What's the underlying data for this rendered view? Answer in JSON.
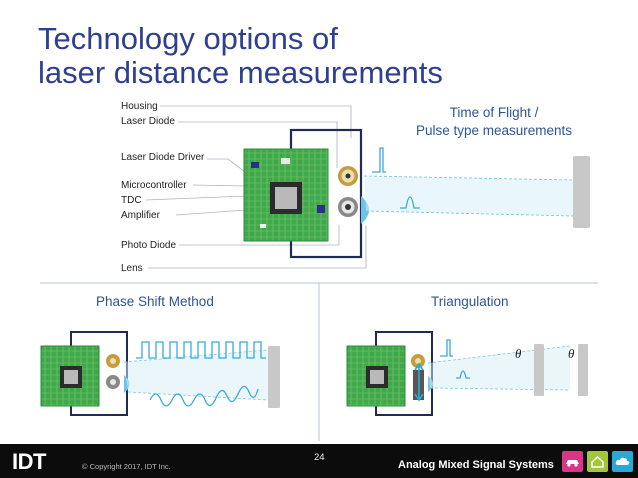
{
  "title": [
    "Technology options of",
    "laser distance measurements"
  ],
  "component_labels": [
    "Housing",
    "Laser Diode",
    "Laser Diode Driver",
    "Microcontroller",
    "TDC",
    "Amplifier",
    "Photo Diode",
    "Lens"
  ],
  "tof_label": [
    "Time of Flight /",
    "Pulse type measurements"
  ],
  "phase_shift_label": "Phase Shift Method",
  "triangulation_label": "Triangulation",
  "theta_symbol": "θ",
  "footer": {
    "logo": "IDT",
    "copyright": "© Copyright 2017, IDT Inc.",
    "page_number": "24",
    "brand": "Analog Mixed Signal Systems"
  },
  "icons": [
    "car-icon",
    "smart-home-icon",
    "cloud-icon"
  ],
  "colors": {
    "title": "#2f3f8f",
    "pcb": "#3fa84a",
    "chip": "#2b2b2b",
    "beam": "#9fd9e9",
    "lens": "#6ec3e6",
    "target": "#c8c8c8",
    "car_icon": "#d9368a",
    "home_icon": "#a4c639",
    "cloud_icon": "#2aa9d6"
  }
}
